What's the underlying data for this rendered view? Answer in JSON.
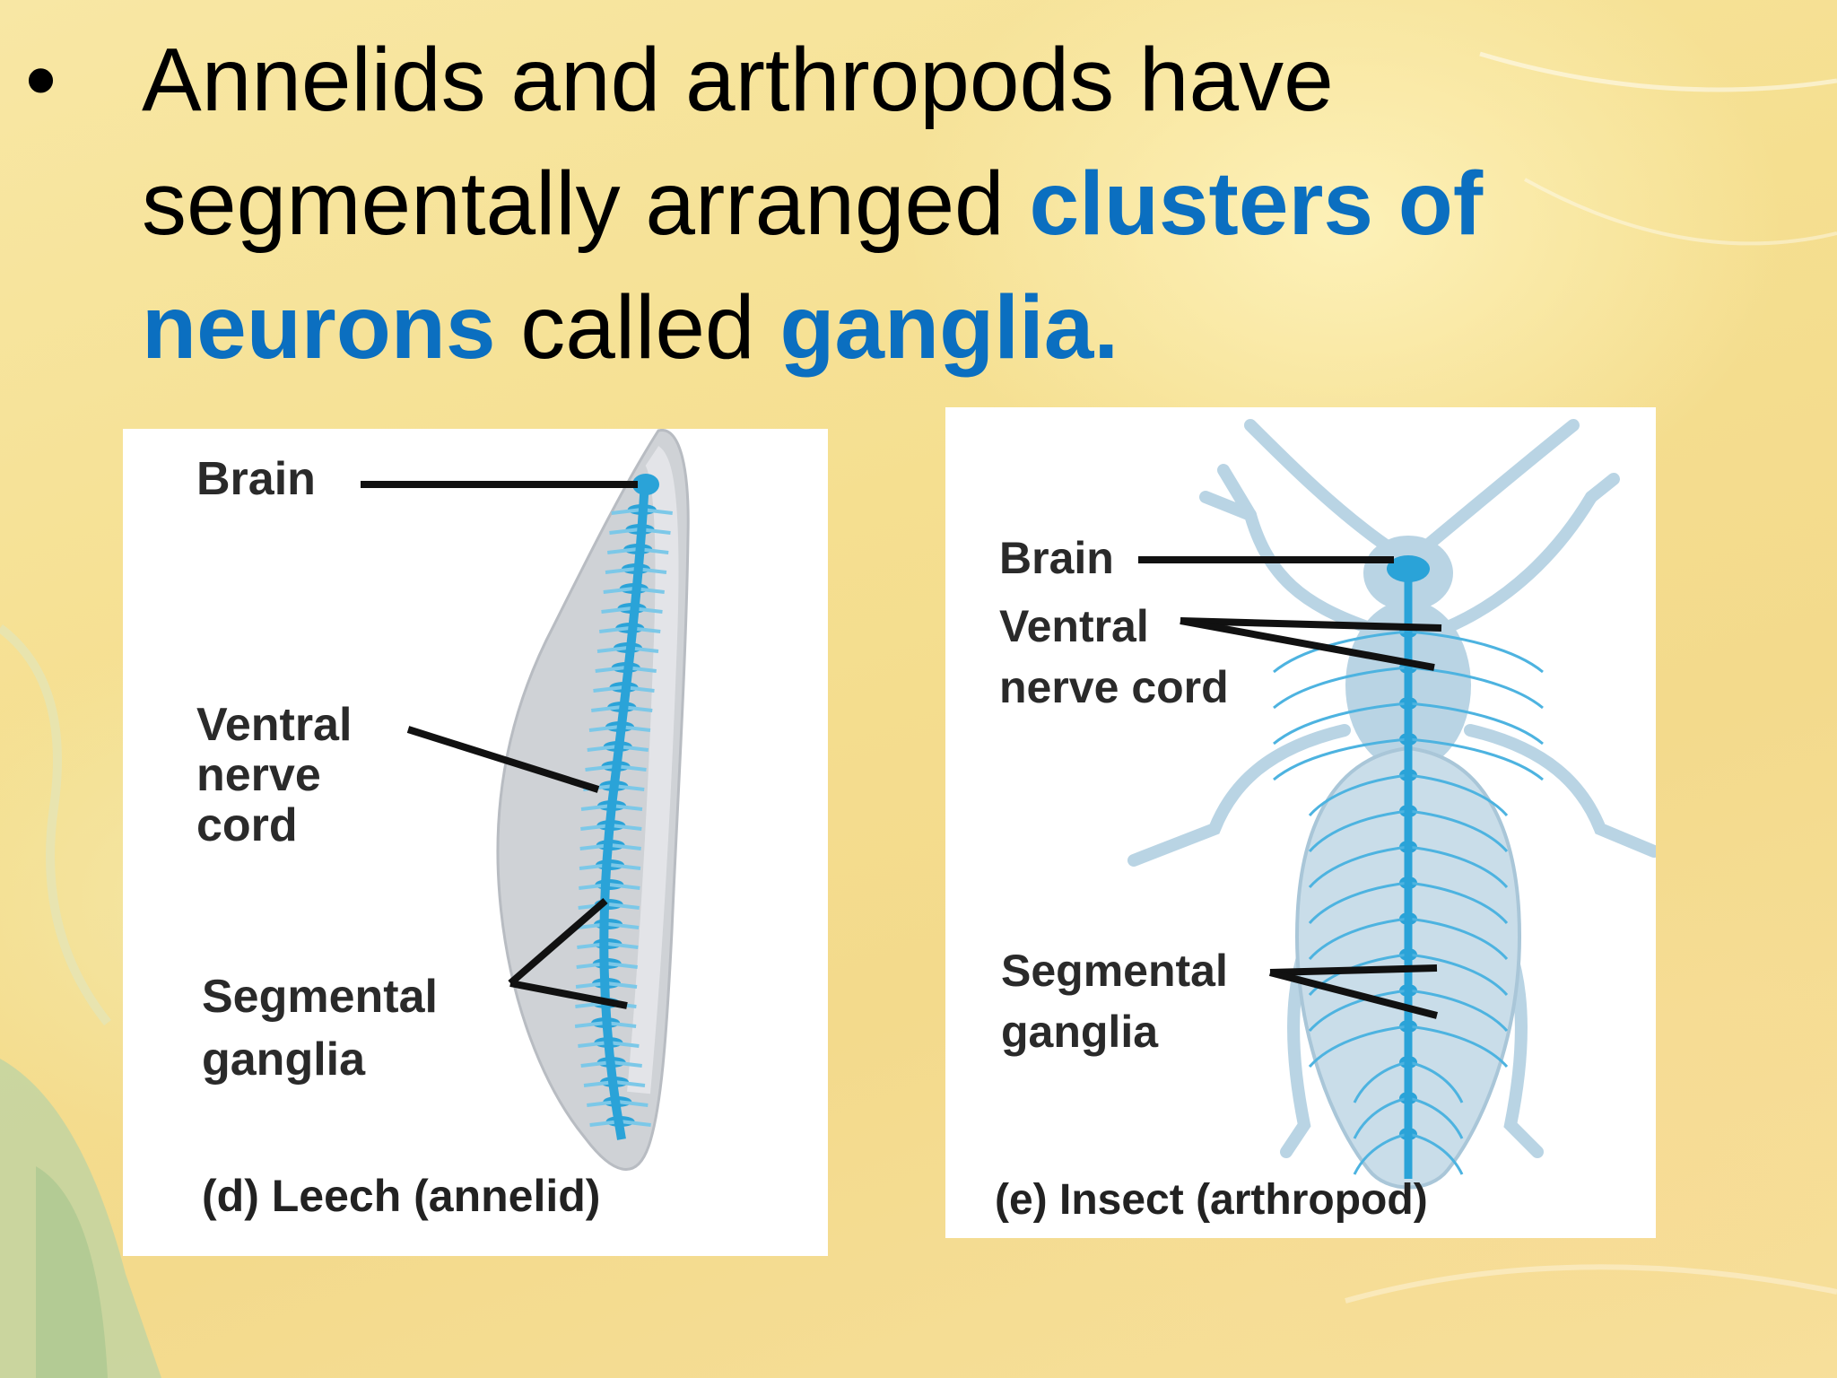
{
  "slide": {
    "bullet": "•",
    "text_line1": "Annelids and arthropods have",
    "text_line2_plain": "segmentally arranged ",
    "text_line2_highlight": "clusters of",
    "text_line3_highlight1": "neurons",
    "text_line3_plain": " called ",
    "text_line3_highlight2": "ganglia.",
    "highlight_color": "#0b6fc0"
  },
  "leech_diagram": {
    "label_brain": "Brain",
    "label_ventral_1": "Ventral",
    "label_ventral_2": "nerve",
    "label_ventral_3": "cord",
    "label_segmental_1": "Segmental",
    "label_segmental_2": "ganglia",
    "caption": "(d) Leech (annelid)"
  },
  "insect_diagram": {
    "label_brain": "Brain",
    "label_ventral_1": "Ventral",
    "label_ventral_2": "nerve cord",
    "label_segmental_1": "Segmental",
    "label_segmental_2": "ganglia",
    "caption": "(e) Insect (arthropod)"
  },
  "colors": {
    "nerve_blue": "#2aa3d8",
    "body_gray": "#cfd2d6",
    "insect_body": "#b9d4e4"
  }
}
